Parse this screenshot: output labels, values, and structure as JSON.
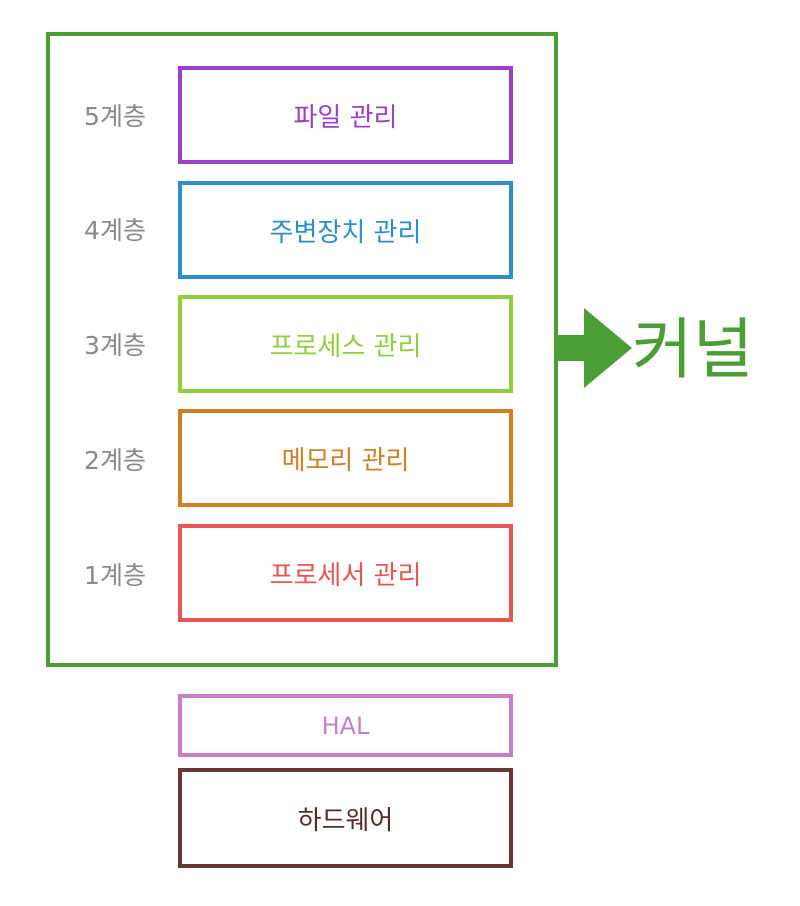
{
  "layers": [
    {
      "level_label": "5계층",
      "name": "파일 관리",
      "color": "#9b3fcc"
    },
    {
      "level_label": "4계층",
      "name": "주변장치 관리",
      "color": "#2a8fcb"
    },
    {
      "level_label": "3계층",
      "name": "프로세스 관리",
      "color": "#8fcf3d"
    },
    {
      "level_label": "2계층",
      "name": "메모리 관리",
      "color": "#cf8022"
    },
    {
      "level_label": "1계층",
      "name": "프로세서 관리",
      "color": "#e85555"
    }
  ],
  "hal": {
    "label": "HAL",
    "color": "#c87ec9"
  },
  "hardware": {
    "label": "하드웨어",
    "color": "#6b3535"
  },
  "kernel": {
    "label": "커널",
    "color": "#4a9e35",
    "arrow_icon": "arrow-right-icon"
  }
}
